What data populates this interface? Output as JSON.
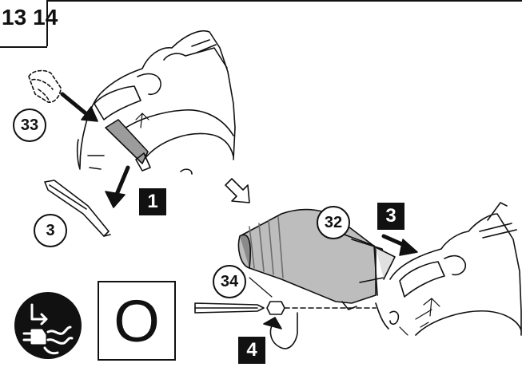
{
  "header": {
    "page_left": "13",
    "page_right": "14"
  },
  "callouts": {
    "part_33": "33",
    "part_3": "3",
    "part_32": "32",
    "part_34": "34"
  },
  "steps": {
    "step_1": "1",
    "step_3": "3",
    "step_4": "4"
  },
  "symbols": {
    "zero_position": "O",
    "unplug_icon": "unplug-power-icon"
  },
  "colors": {
    "ink": "#111111",
    "nozzle_fill": "#bdbdbd",
    "nozzle_dark": "#8a8a8a"
  }
}
